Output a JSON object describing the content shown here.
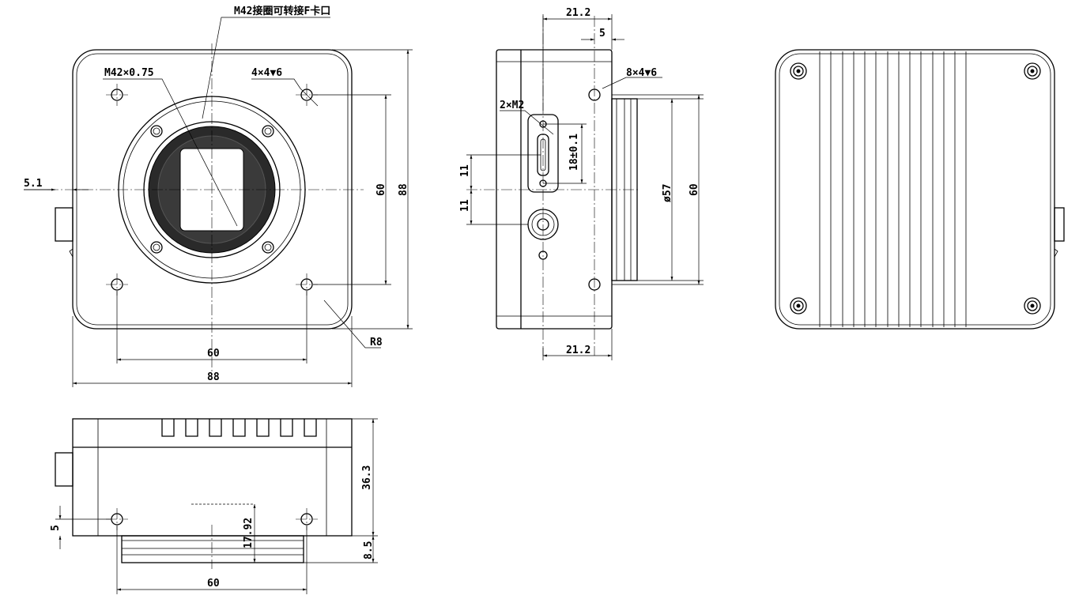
{
  "front_view": {
    "lens_mount_note": "M42接圈可转接F卡口",
    "thread_label": "M42×0.75",
    "hole_label": "4×4▼6",
    "offset_label": "5.1",
    "hole_spacing_h": "60",
    "body_width": "88",
    "hole_spacing_v": "60",
    "body_height": "88",
    "corner_radius": "R8"
  },
  "side_view": {
    "top_dim": "21.2",
    "top_offset": "5",
    "hole_label": "8×4▼6",
    "screw_label": "2×M2",
    "connector_spacing": "18±0.1",
    "dim_upper": "11",
    "dim_lower": "11",
    "flange_diameter": "ø57",
    "hole_spacing": "60",
    "bottom_dim": "21.2"
  },
  "bottom_view": {
    "height": "36.3",
    "flange_depth": "8.5",
    "hole_offset": "5",
    "sensor_offset": "17.92",
    "hole_spacing": "60"
  }
}
